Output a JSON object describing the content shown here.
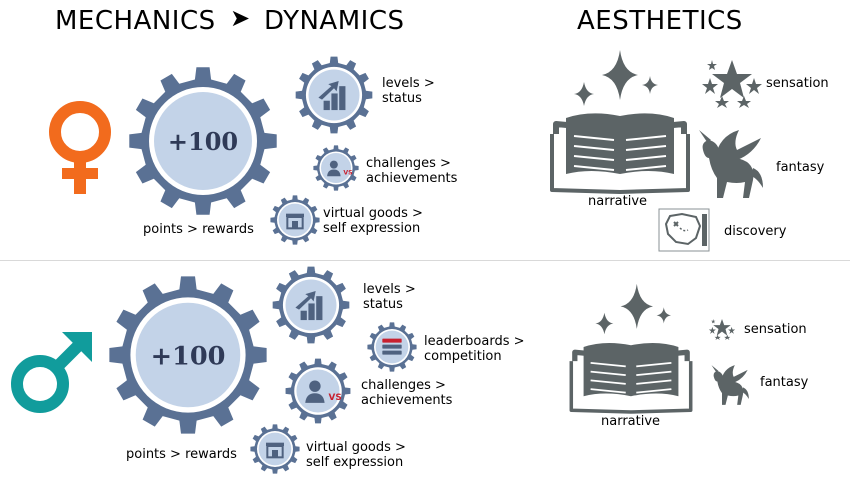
{
  "header": {
    "mechanics": "MECHANICS",
    "arrow": "➤",
    "dynamics": "DYNAMICS",
    "aesthetics": "AESTHETICS"
  },
  "colors": {
    "gear": "#5a7194",
    "gear_inner": "#c3d3e8",
    "female": "#f26b1d",
    "male": "#119c9c",
    "icon_gray": "#5c6466",
    "vs_red": "#c8202f"
  },
  "female": {
    "points_value": "+100",
    "points_label": "points > rewards",
    "levels": [
      "levels >",
      "status"
    ],
    "challenges": [
      "challenges >",
      "achievements"
    ],
    "virtual_goods": [
      "virtual goods >",
      "self expression"
    ],
    "vs_text": "VS",
    "aesthetics": {
      "narrative": "narrative",
      "sensation": "sensation",
      "fantasy": "fantasy",
      "discovery": "discovery"
    }
  },
  "male": {
    "points_value": "+100",
    "points_label": "points > rewards",
    "levels": [
      "levels >",
      "status"
    ],
    "leaderboards": [
      "leaderboards >",
      "competition"
    ],
    "challenges": [
      "challenges >",
      "achievements"
    ],
    "virtual_goods": [
      "virtual goods >",
      "self expression"
    ],
    "vs_text": "VS",
    "aesthetics": {
      "narrative": "narrative",
      "sensation": "sensation",
      "fantasy": "fantasy"
    }
  }
}
